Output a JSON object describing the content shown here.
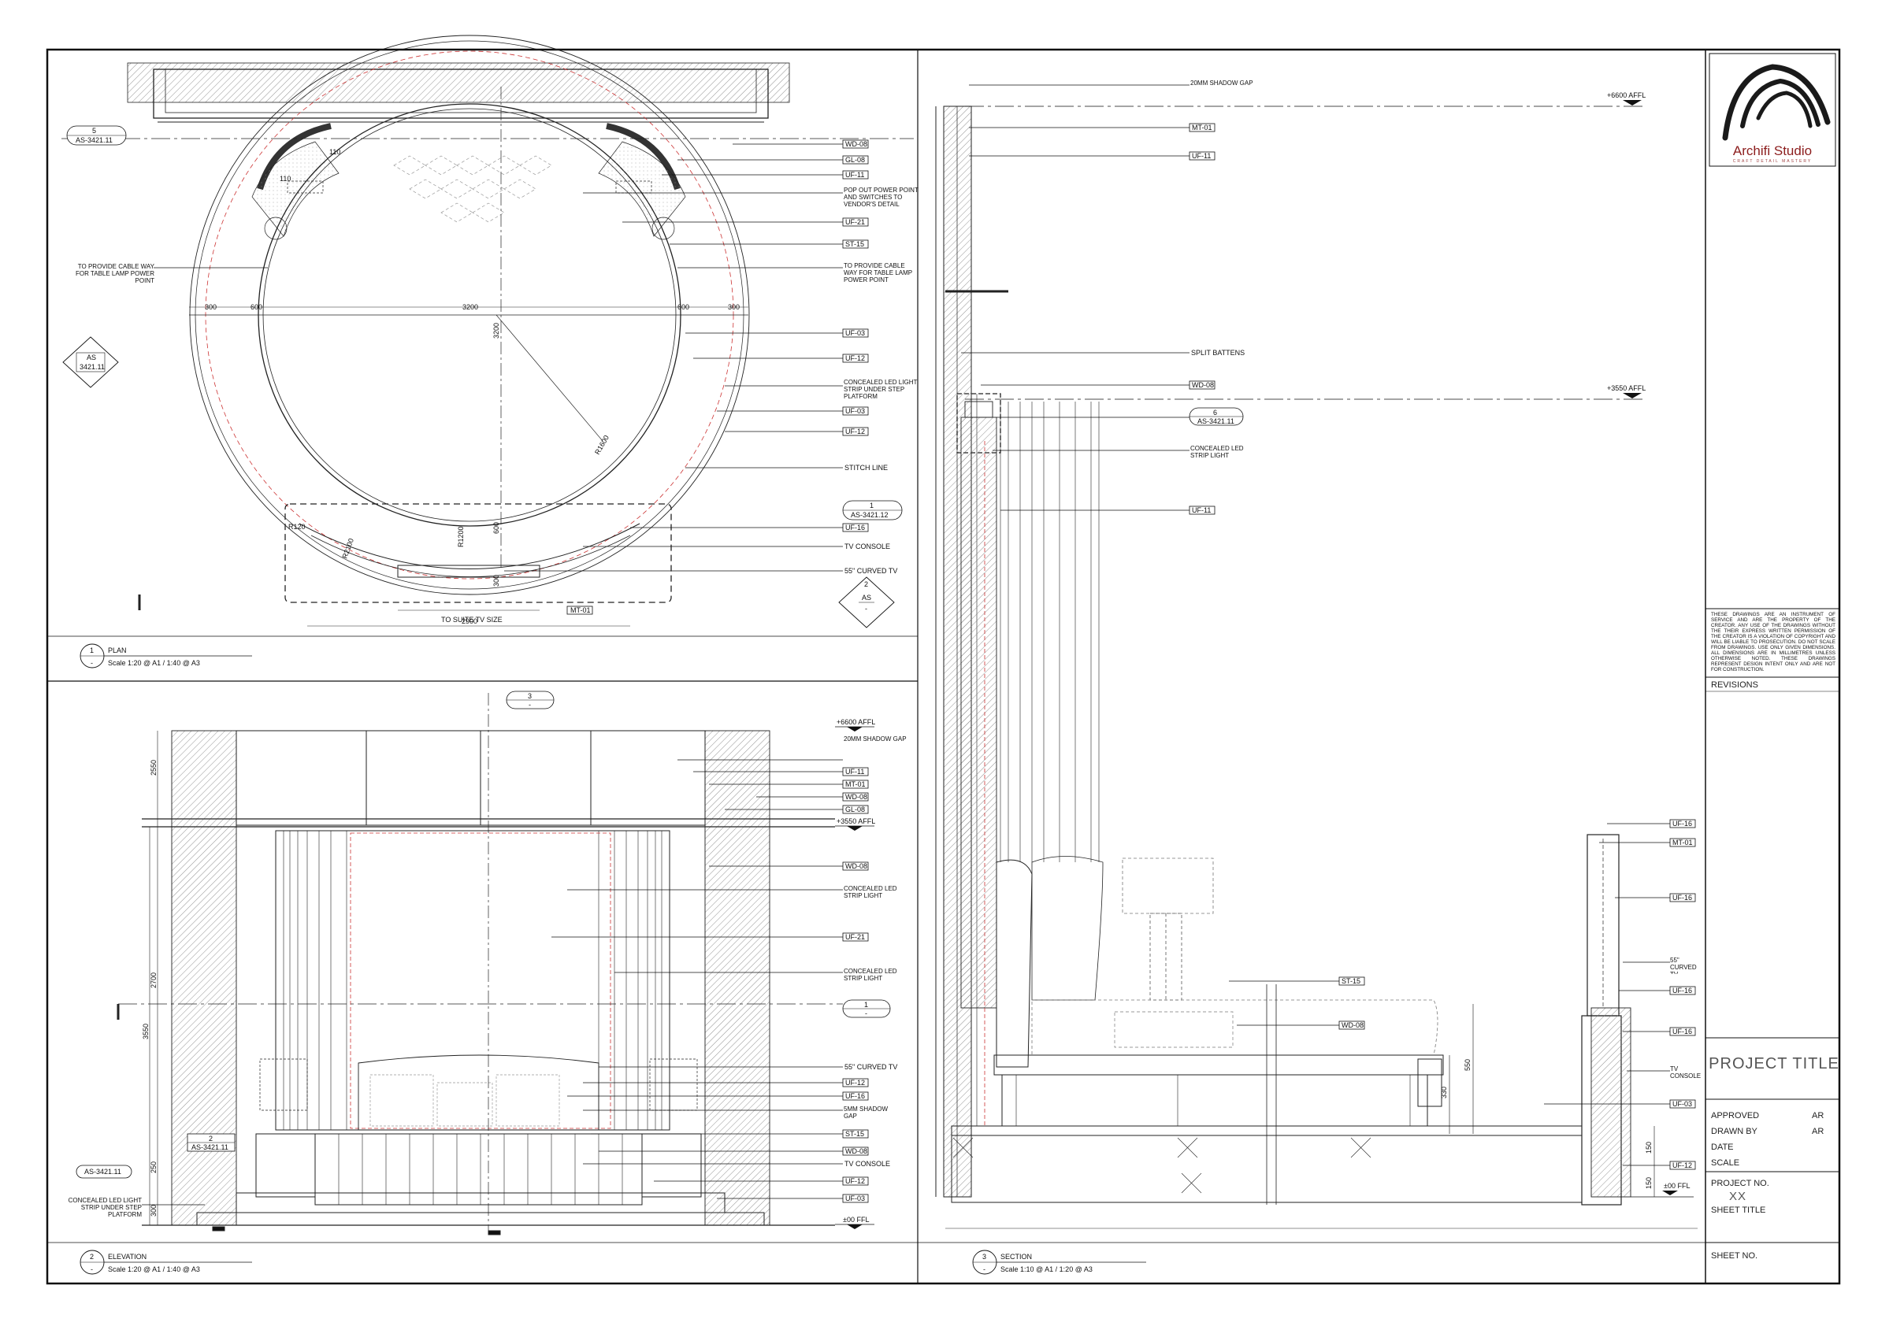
{
  "brand": {
    "name": "Archifi Studio",
    "tagline": "CRAFT DETAIL MASTERY",
    "color": "#8c1d1d"
  },
  "viewports": [
    {
      "num": "1",
      "sheet": "-",
      "title": "PLAN",
      "scale": "Scale 1:20 @ A1 / 1:40 @ A3"
    },
    {
      "num": "2",
      "sheet": "-",
      "title": "ELEVATION",
      "scale": "Scale 1:20 @ A1 / 1:40 @ A3"
    },
    {
      "num": "3",
      "sheet": "-",
      "title": "SECTION",
      "scale": "Scale 1:10 @ A1 / 1:20 @ A3"
    }
  ],
  "plan": {
    "dims": [
      "300",
      "600",
      "3200",
      "600",
      "300",
      "3200",
      "R1600",
      "R120",
      "R2100",
      "R1200",
      "600",
      "300",
      "2900",
      "110",
      "110"
    ],
    "callouts": [
      "WD-08",
      "GL-08",
      "UF-11",
      "POP OUT POWER POINT AND SWITCHES TO VENDOR'S DETAIL",
      "UF-21",
      "ST-15",
      "TO PROVIDE CABLE WAY FOR TABLE LAMP POWER POINT",
      "UF-03",
      "UF-12",
      "CONCEALED LED LIGHT STRIP UNDER STEP PLATFORM",
      "UF-03",
      "UF-12",
      "STITCH LINE",
      "UF-16",
      "TV CONSOLE",
      "55\" CURVED TV"
    ],
    "left_note": "TO PROVIDE CABLE WAY FOR TABLE LAMP POWER POINT",
    "tv_note": "TO SUITE TV SIZE",
    "mt_tag": "MT-01",
    "ref_top": {
      "num": "5",
      "sheet": "AS-3421.11"
    },
    "ref_left": {
      "top": "AS",
      "bottom": "3421.11"
    },
    "ref_right": {
      "num": "1",
      "sheet": "AS-3421.12"
    },
    "ref_bottom": {
      "num": "2",
      "top": "AS",
      "bottom": "-"
    }
  },
  "elevation": {
    "levels": [
      "+6600 AFFL",
      "+3550 AFFL",
      "±00 FFL"
    ],
    "dims": [
      "2550",
      "2700",
      "3550",
      "250",
      "300"
    ],
    "callouts": [
      "20MM SHADOW GAP",
      "UF-11",
      "MT-01",
      "WD-08",
      "GL-08",
      "WD-08",
      "CONCEALED LED STRIP LIGHT",
      "UF-21",
      "CONCEALED LED STRIP LIGHT",
      "55\" CURVED TV",
      "UF-12",
      "UF-16",
      "5MM SHADOW GAP",
      "ST-15",
      "WD-08",
      "TV CONSOLE",
      "UF-12",
      "UF-03"
    ],
    "left_note": "CONCEALED LED LIGHT STRIP UNDER STEP PLATFORM",
    "ref_section": {
      "num": "3",
      "sheet": "-"
    },
    "ref_left": {
      "num": "2",
      "sheet": "AS-3421.11"
    },
    "ref_left2": {
      "sheet": "AS-3421.11"
    },
    "ref_right": {
      "num": "1",
      "sheet": "-"
    }
  },
  "section": {
    "levels": [
      "+6600 AFFL",
      "+3550 AFFL",
      "±00 FFL"
    ],
    "callouts_left": [
      "20MM SHADOW GAP",
      "MT-01",
      "UF-11",
      "SPLIT BATTENS",
      "WD-08",
      "CONCEALED LED STRIP LIGHT",
      "UF-11",
      "ST-15",
      "WD-08"
    ],
    "ref": {
      "num": "6",
      "sheet": "AS-3421.11"
    },
    "callouts_right": [
      "UF-16",
      "MT-01",
      "UF-16",
      "55\" CURVED TV",
      "UF-16",
      "UF-16",
      "TV CONSOLE",
      "UF-03",
      "UF-12"
    ],
    "dims": [
      "550",
      "330",
      "150",
      "150"
    ]
  },
  "title_block": {
    "disclaimer": "THESE DRAWINGS ARE AN INSTRUMENT OF SERVICE AND ARE THE PROPERTY OF THE CREATOR. ANY USE OF THE DRAWINGS WITHOUT THE THEIR EXPRESS WRITTEN PERMISSION OF THE CREATOR IS A VIOLATION OF COPYRIGHT AND WILL BE LIABLE TO PROSECUTION. DO NOT SCALE FROM DRAWINGS. USE ONLY GIVEN DIMENSIONS. ALL DIMENSIONS ARE IN MILLIMETRES UNLESS OTHERWISE NOTED. THESE DRAWINGS REPRESENT DESIGN INTENT ONLY AND ARE NOT FOR CONSTRUCTION.",
    "revisions_label": "REVISIONS",
    "project_title": "PROJECT TITLE",
    "approved_label": "APPROVED",
    "approved_value": "AR",
    "drawn_label": "DRAWN BY",
    "drawn_value": "AR",
    "date_label": "DATE",
    "scale_label": "SCALE",
    "project_no_label": "PROJECT NO.",
    "project_no_value": "XX",
    "sheet_title_label": "SHEET TITLE",
    "sheet_no_label": "SHEET NO."
  }
}
